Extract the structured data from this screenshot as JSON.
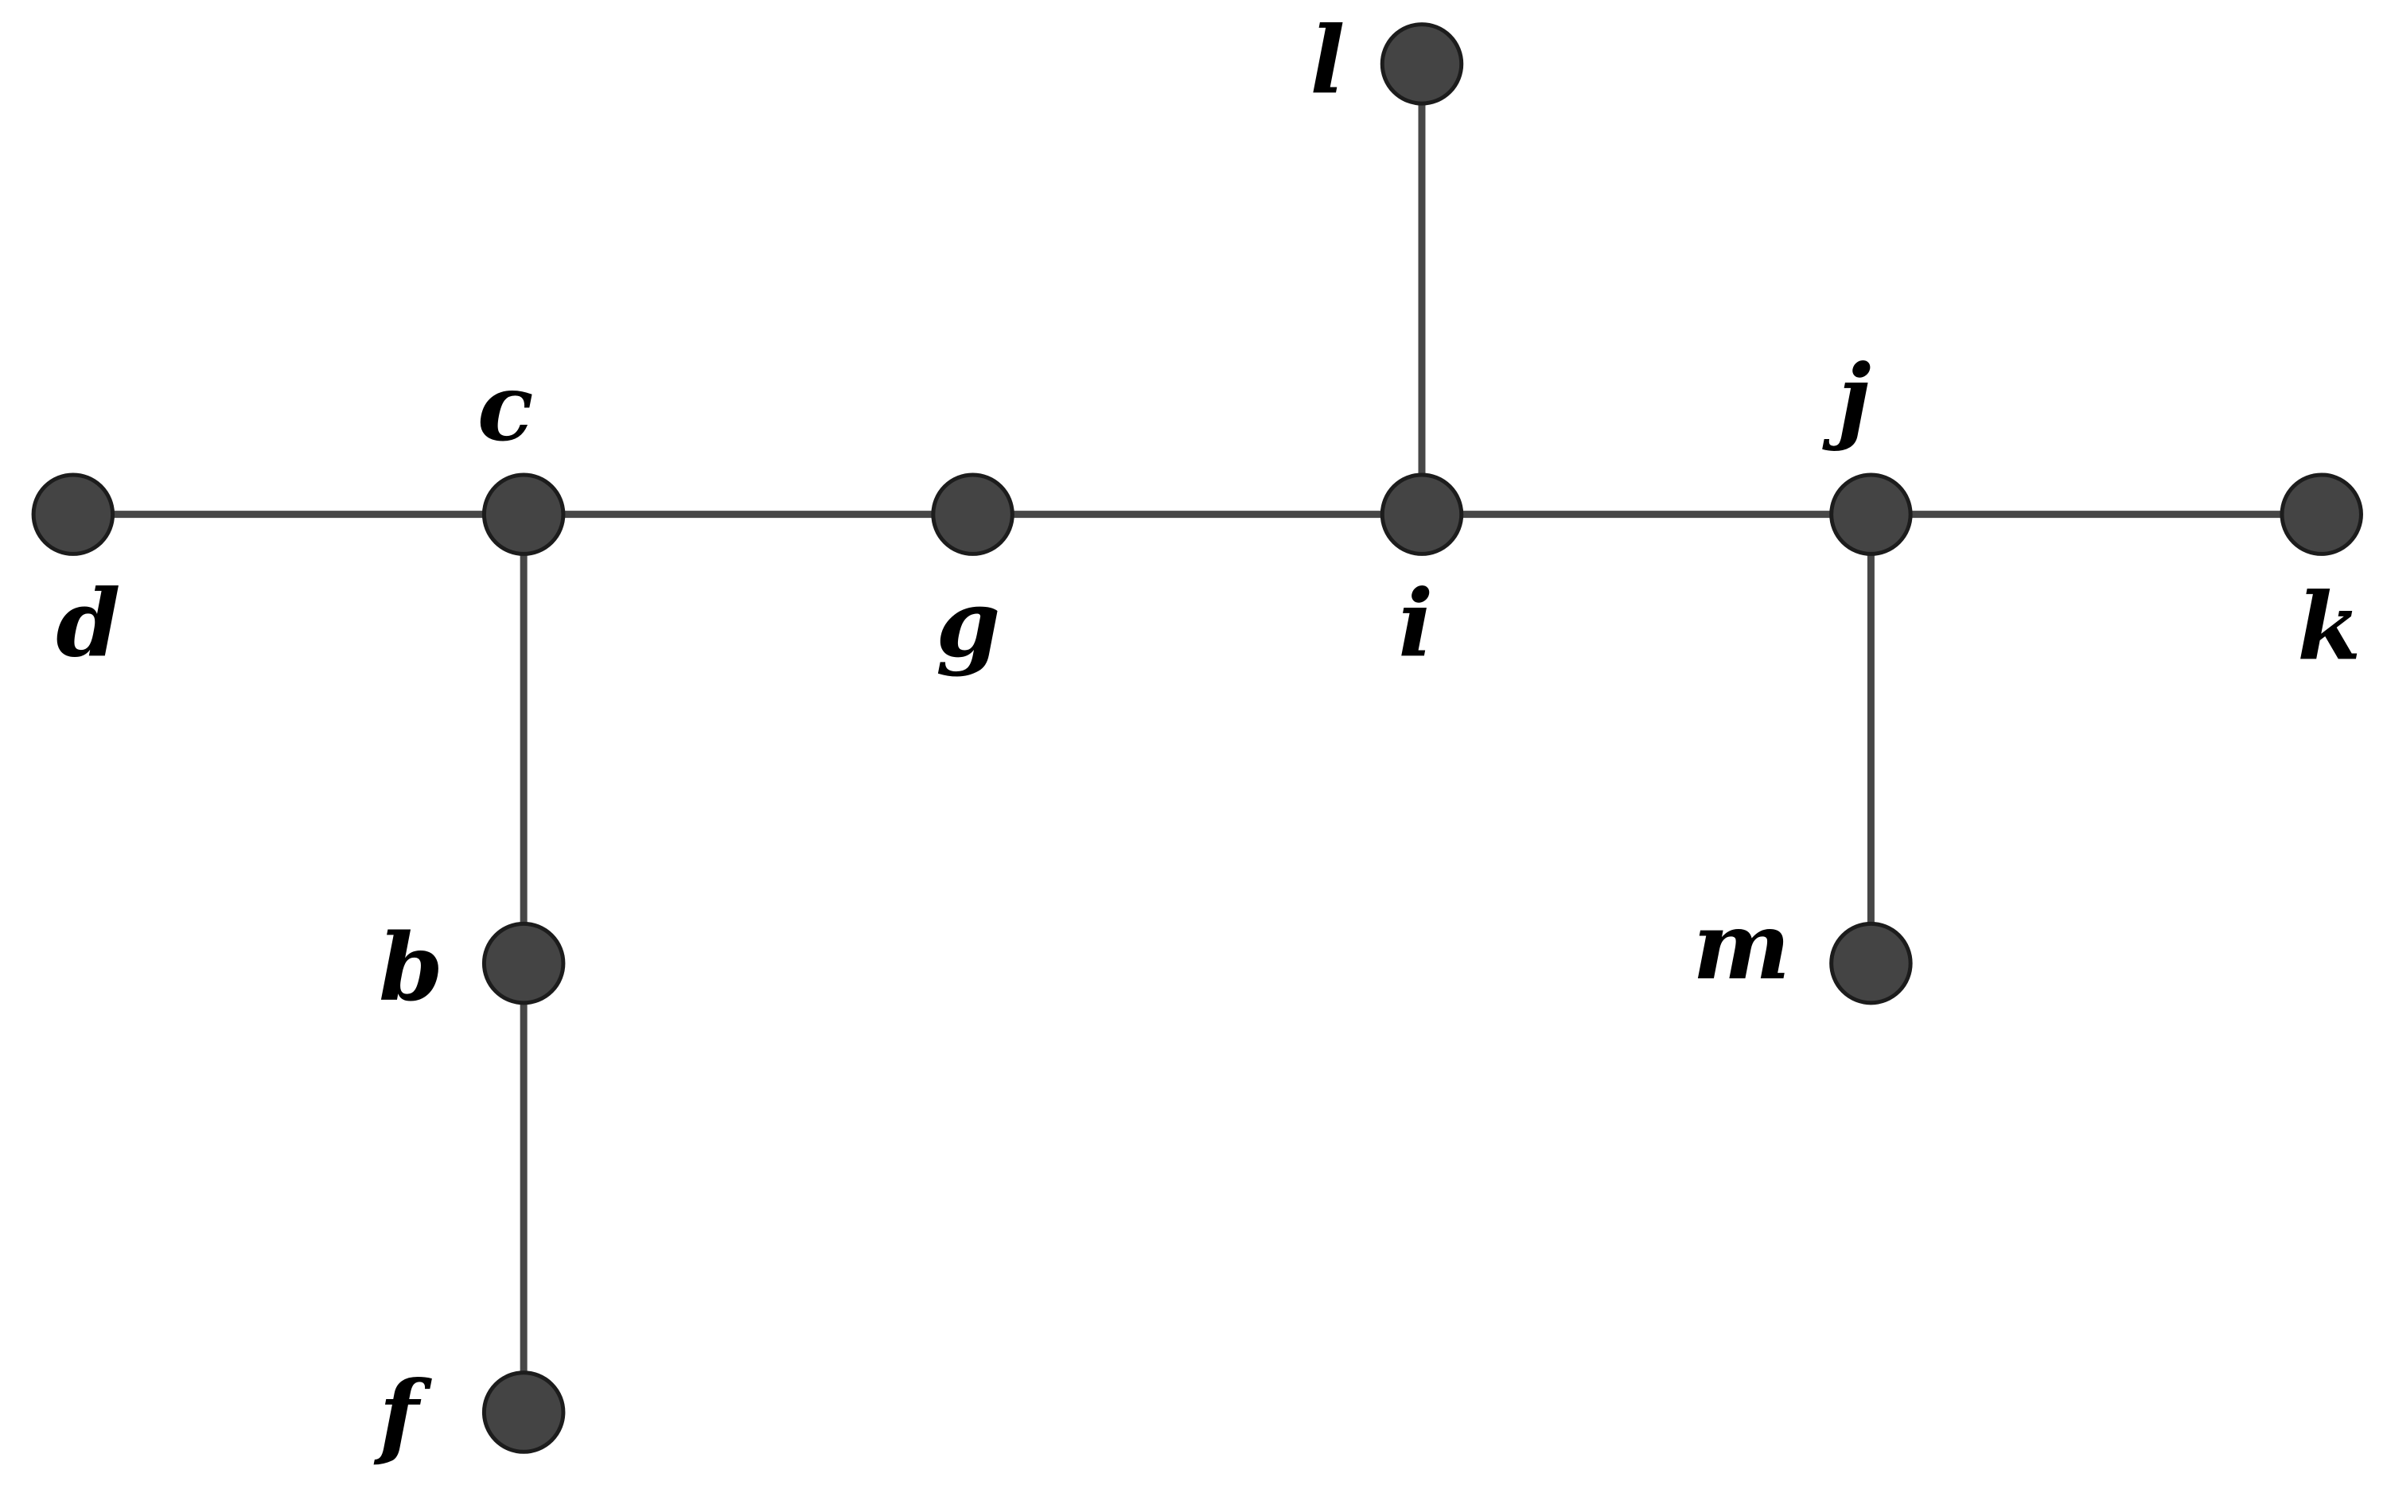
{
  "graph": {
    "nodes": [
      {
        "id": "d",
        "label": "d"
      },
      {
        "id": "c",
        "label": "c"
      },
      {
        "id": "g",
        "label": "g"
      },
      {
        "id": "i",
        "label": "i"
      },
      {
        "id": "j",
        "label": "j"
      },
      {
        "id": "k",
        "label": "k"
      },
      {
        "id": "l",
        "label": "l"
      },
      {
        "id": "b",
        "label": "b"
      },
      {
        "id": "f",
        "label": "f"
      },
      {
        "id": "m",
        "label": "m"
      }
    ],
    "edges": [
      {
        "from": "d",
        "to": "c"
      },
      {
        "from": "c",
        "to": "g"
      },
      {
        "from": "g",
        "to": "i"
      },
      {
        "from": "i",
        "to": "j"
      },
      {
        "from": "j",
        "to": "k"
      },
      {
        "from": "i",
        "to": "l"
      },
      {
        "from": "c",
        "to": "b"
      },
      {
        "from": "b",
        "to": "f"
      },
      {
        "from": "j",
        "to": "m"
      }
    ],
    "colors": {
      "node_fill": "#444444",
      "node_stroke": "#1c1c1c",
      "edge": "#474747",
      "label": "#000000"
    }
  }
}
